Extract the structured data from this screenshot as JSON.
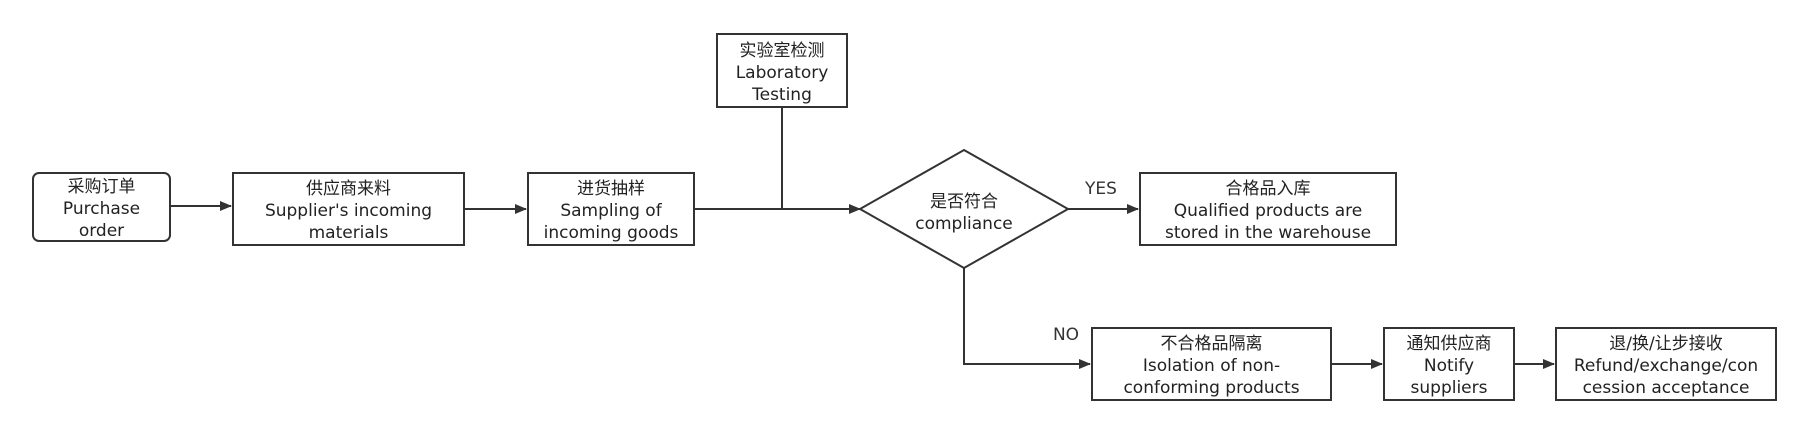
{
  "colors": {
    "stroke": "#333333",
    "text": "#222222",
    "fill": "#ffffff"
  },
  "nodes": {
    "purchase_order": {
      "line1": "采购订单",
      "line2": "Purchase",
      "line3": "order"
    },
    "supplier_materials": {
      "line1": "供应商来料",
      "line2": "Supplier's incoming",
      "line3": "materials"
    },
    "sampling": {
      "line1": "进货抽样",
      "line2": "Sampling of",
      "line3": "incoming goods"
    },
    "lab_testing": {
      "line1": "实验室检测",
      "line2": "Laboratory",
      "line3": "Testing"
    },
    "compliance": {
      "line1": "是否符合",
      "line2": "compliance"
    },
    "qualified": {
      "line1": "合格品入库",
      "line2": "Qualified products are",
      "line3": "stored in the warehouse"
    },
    "isolation": {
      "line1": "不合格品隔离",
      "line2": "Isolation of non-",
      "line3": "conforming products"
    },
    "notify": {
      "line1": "通知供应商",
      "line2": "Notify",
      "line3": "suppliers"
    },
    "refund": {
      "line1": "退/换/让步接收",
      "line2": "Refund/exchange/con",
      "line3": "cession acceptance"
    }
  },
  "edges": {
    "yes_label": "YES",
    "no_label": "NO"
  }
}
